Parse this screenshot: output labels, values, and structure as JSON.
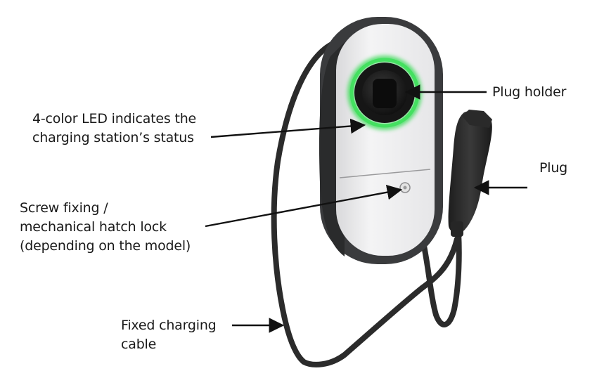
{
  "labels": {
    "led": "4-color LED indicates the\ncharging station’s status",
    "screw": "Screw fixing /\nmechanical hatch lock\n(depending on the model)",
    "cable": "Fixed charging\ncable",
    "holder": "Plug holder",
    "plug": "Plug"
  },
  "colors": {
    "housing": "#3a3b3d",
    "front_panel": "#eeeeef",
    "led_ring": "#3ddc5a",
    "arrow": "#111111",
    "text": "#1a1a1a"
  }
}
